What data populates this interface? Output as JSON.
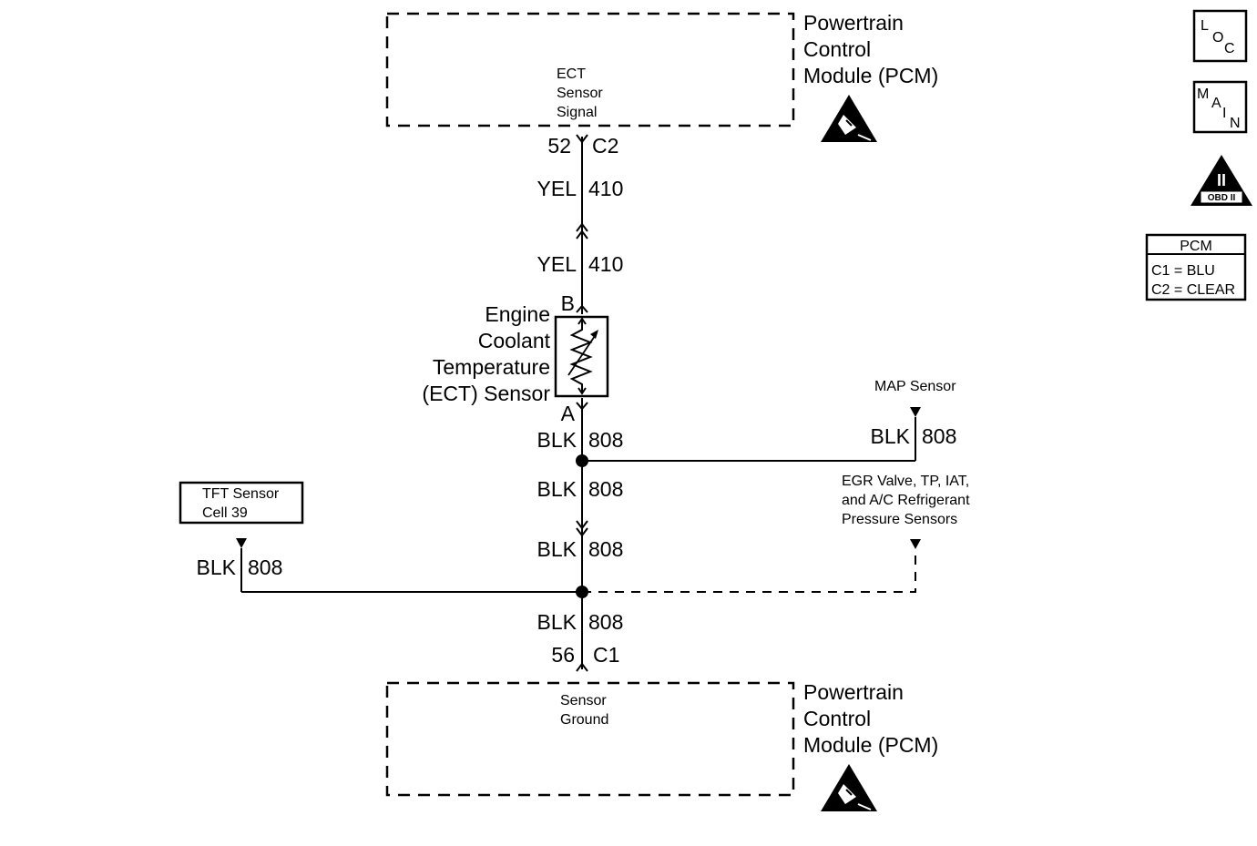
{
  "pcm_top": {
    "title": [
      "Powertrain",
      "Control",
      "Module (PCM)"
    ],
    "signal": [
      "ECT",
      "Sensor",
      "Signal"
    ],
    "pin": "52",
    "connector": "C2"
  },
  "pcm_bottom": {
    "title": [
      "Powertrain",
      "Control",
      "Module (PCM)"
    ],
    "signal": [
      "Sensor",
      "Ground"
    ],
    "pin": "56",
    "connector": "C1"
  },
  "wires": {
    "yel_upper": {
      "color": "YEL",
      "circuit": "410"
    },
    "yel_lower": {
      "color": "YEL",
      "circuit": "410"
    },
    "blk_a": {
      "color": "BLK",
      "circuit": "808"
    },
    "blk_b": {
      "color": "BLK",
      "circuit": "808"
    },
    "blk_c": {
      "color": "BLK",
      "circuit": "808"
    },
    "blk_d": {
      "color": "BLK",
      "circuit": "808"
    },
    "blk_map": {
      "color": "BLK",
      "circuit": "808"
    },
    "blk_tft": {
      "color": "BLK",
      "circuit": "808"
    }
  },
  "ect_sensor": {
    "name": [
      "Engine",
      "Coolant",
      "Temperature",
      "(ECT) Sensor"
    ],
    "terminal_b": "B",
    "terminal_a": "A"
  },
  "map_sensor": {
    "label": "MAP Sensor"
  },
  "other_sensors": {
    "label": [
      "EGR Valve, TP, IAT,",
      "and A/C Refrigerant",
      "Pressure Sensors"
    ]
  },
  "tft_ref": {
    "label": [
      "TFT Sensor",
      "Cell 39"
    ]
  },
  "legend": {
    "loc": [
      "L",
      "O",
      "C"
    ],
    "main": [
      "M",
      "A",
      "I",
      "N"
    ],
    "obd": {
      "numeral": "II",
      "label": "OBD II"
    },
    "pcm_table": {
      "header": "PCM",
      "rows": [
        "C1 = BLU",
        "C2 = CLEAR"
      ]
    }
  }
}
